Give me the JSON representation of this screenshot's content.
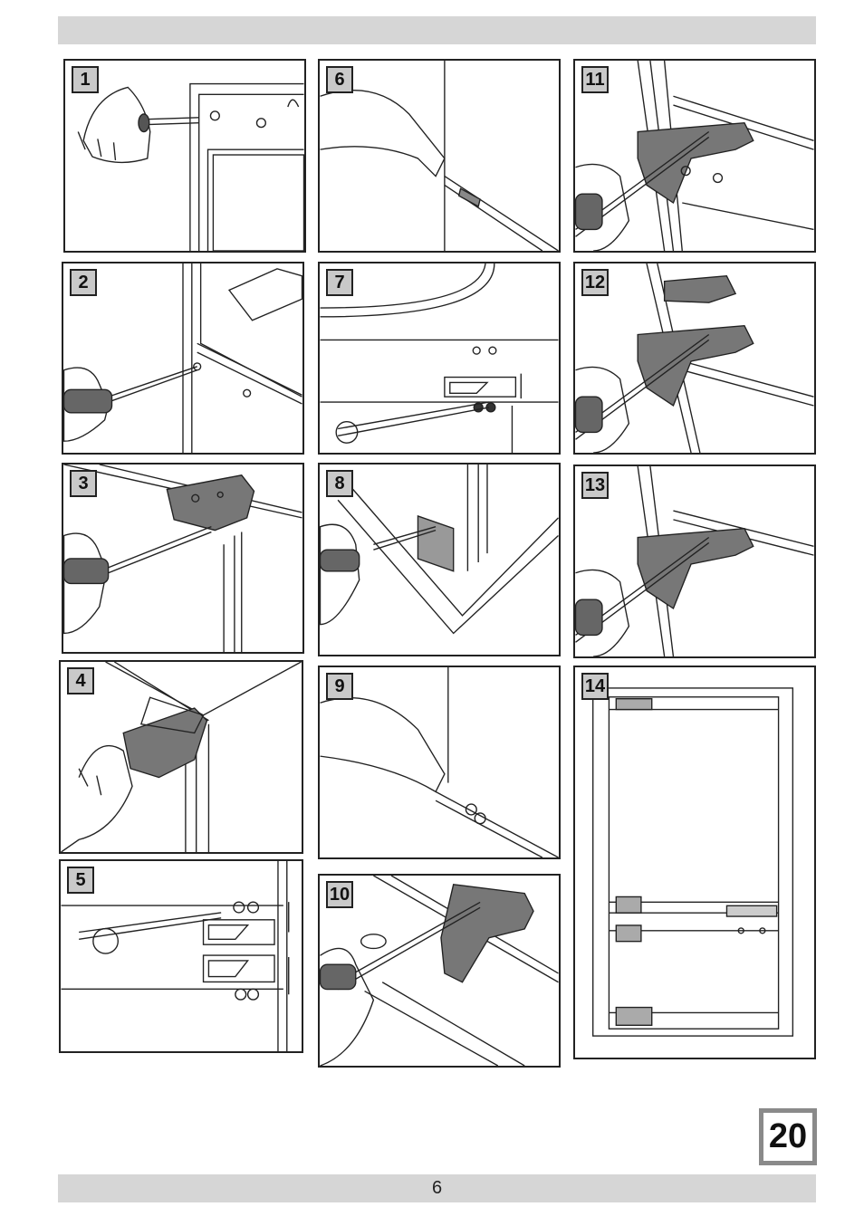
{
  "page": {
    "footer_page_number": "6",
    "section_badge": "20"
  },
  "steps": [
    {
      "num": "1",
      "subject": "hand-screwdriver-top-hole"
    },
    {
      "num": "2",
      "subject": "hand-screwdriver-side-hole"
    },
    {
      "num": "3",
      "subject": "hand-screwdriver-top-hinge"
    },
    {
      "num": "4",
      "subject": "hand-holding-hinge"
    },
    {
      "num": "5",
      "subject": "screwdriver-bracket-closeup"
    },
    {
      "num": "6",
      "subject": "hand-on-door-edge"
    },
    {
      "num": "7",
      "subject": "bracket-under-door"
    },
    {
      "num": "8",
      "subject": "hand-screwdriver-door-corner"
    },
    {
      "num": "9",
      "subject": "hand-on-door-bottom"
    },
    {
      "num": "10",
      "subject": "hand-screwdriver-hinge-cover"
    },
    {
      "num": "11",
      "subject": "screwdriver-hinge-cover-upper"
    },
    {
      "num": "12",
      "subject": "screwdriver-hinge-cover-with-cap"
    },
    {
      "num": "13",
      "subject": "screwdriver-hinge-cover-lower"
    },
    {
      "num": "14",
      "subject": "door-hinge-positions-overview"
    }
  ]
}
